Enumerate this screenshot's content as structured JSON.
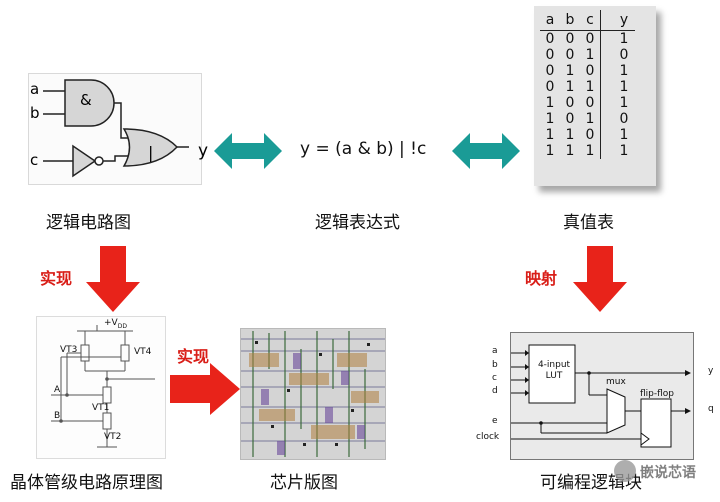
{
  "logic_diagram": {
    "inputs": [
      "a",
      "b",
      "c"
    ],
    "and_gate_symbol": "&",
    "or_gate_symbol": "|",
    "output": "y",
    "caption": "逻辑电路图"
  },
  "expression": {
    "text": "y = (a & b) | !c",
    "caption": "逻辑表达式"
  },
  "truth_table": {
    "headers": [
      "a",
      "b",
      "c",
      "y"
    ],
    "rows": [
      [
        "0",
        "0",
        "0",
        "1"
      ],
      [
        "0",
        "0",
        "1",
        "0"
      ],
      [
        "0",
        "1",
        "0",
        "1"
      ],
      [
        "0",
        "1",
        "1",
        "1"
      ],
      [
        "1",
        "0",
        "0",
        "1"
      ],
      [
        "1",
        "0",
        "1",
        "0"
      ],
      [
        "1",
        "1",
        "0",
        "1"
      ],
      [
        "1",
        "1",
        "1",
        "1"
      ]
    ],
    "caption": "真值表"
  },
  "arrows": {
    "left_label": "实现",
    "middle_label": "实现",
    "right_label": "映射",
    "bidirectional_color": "#1a9b96",
    "down_arrow_color": "#e8231a"
  },
  "transistor_schematic": {
    "supply": "+V",
    "supply_sub": "DD",
    "transistors": [
      "VT3",
      "VT4",
      "VT1",
      "VT2"
    ],
    "inputs": [
      "A",
      "B"
    ],
    "caption": "晶体管级电路原理图"
  },
  "chip_layout": {
    "caption": "芯片版图"
  },
  "programmable_block": {
    "inputs": [
      "a",
      "b",
      "c",
      "d"
    ],
    "lut_label_line1": "4-input",
    "lut_label_line2": "LUT",
    "mux_label": "mux",
    "ff_label": "flip-flop",
    "e_label": "e",
    "clock_label": "clock",
    "out_y": "y",
    "out_q": "q",
    "caption": "可编程逻辑块"
  },
  "watermark": "嵌说芯语"
}
